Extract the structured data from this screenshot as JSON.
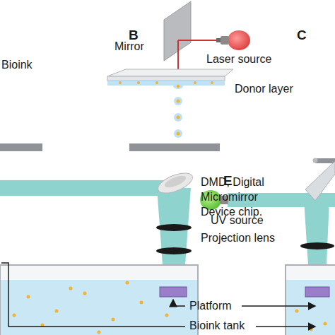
{
  "diagram": {
    "labels": [
      "B",
      "C",
      "Bioink",
      "Mirror",
      "Laser source",
      "Donor layer",
      "DMD, Digital Micromirror Device chip.",
      "Projection lens",
      "E",
      "UV source",
      "Platform",
      "Bioink tank"
    ]
  }
}
